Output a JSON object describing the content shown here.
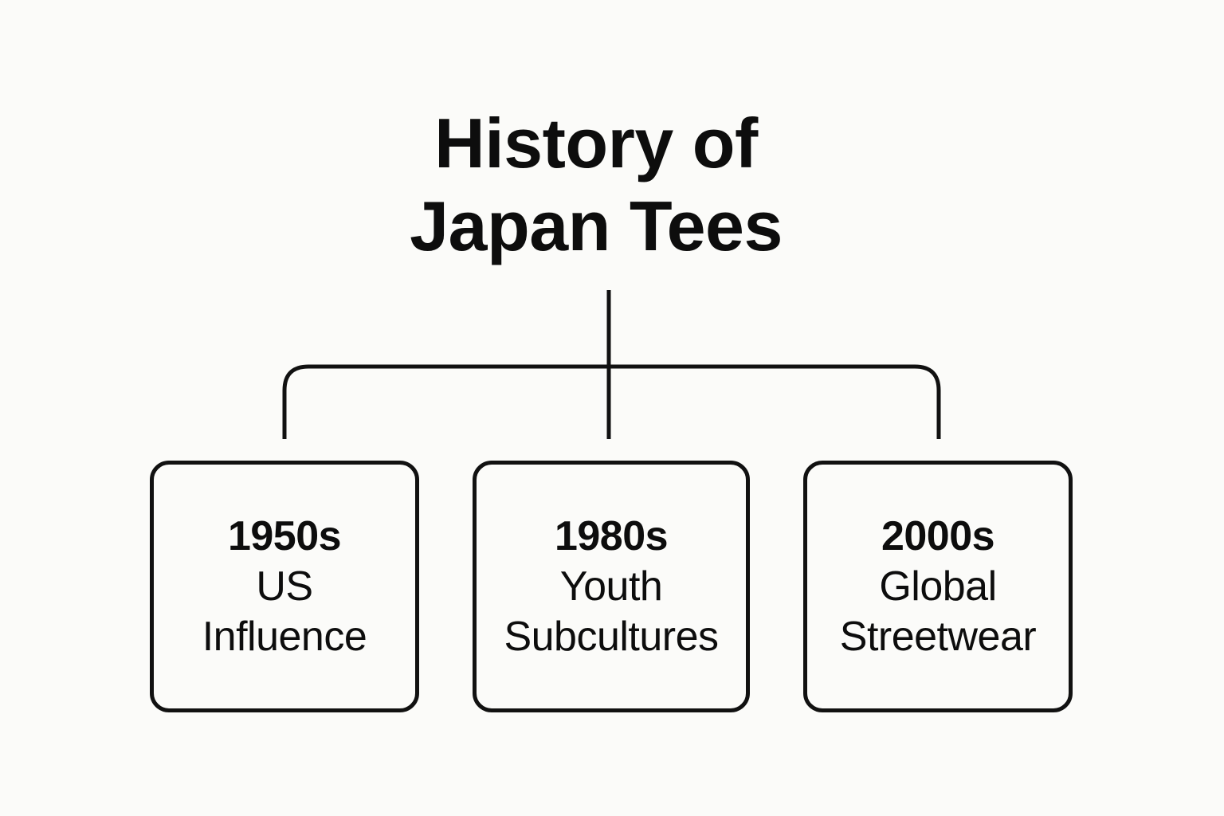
{
  "title": {
    "line1": "History of",
    "line2": "Japan Tees"
  },
  "nodes": [
    {
      "era": "1950s",
      "lines": [
        "US",
        "Influence"
      ]
    },
    {
      "era": "1980s",
      "lines": [
        "Youth",
        "Subcultures"
      ]
    },
    {
      "era": "2000s",
      "lines": [
        "Global",
        "Streetwear"
      ]
    }
  ],
  "colors": {
    "background": "#fbfbf9",
    "stroke": "#111111",
    "text": "#0d0d0d"
  }
}
